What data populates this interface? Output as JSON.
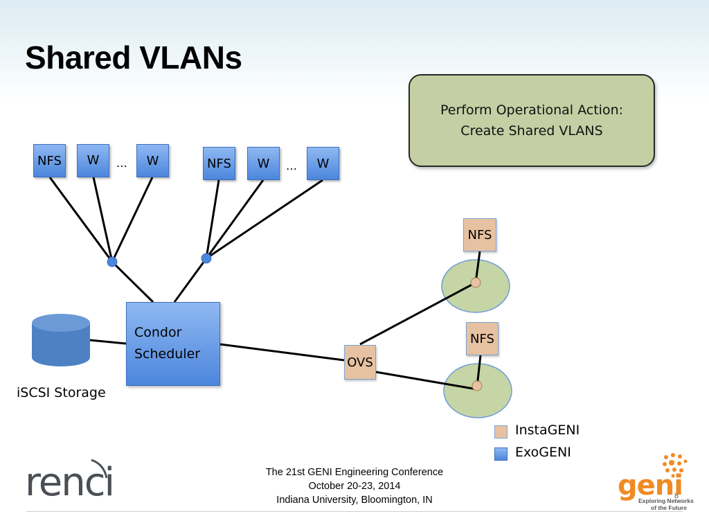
{
  "slide": {
    "title": "Shared VLANs",
    "callout": {
      "line1": "Perform Operational Action:",
      "line2": "Create Shared VLANS"
    },
    "group1": {
      "nfs": "NFS",
      "w1": "W",
      "dots": "…",
      "w2": "W"
    },
    "group2": {
      "nfs": "NFS",
      "w1": "W",
      "dots": "…",
      "w2": "W"
    },
    "scheduler": {
      "line1": "Condor",
      "line2": "Scheduler"
    },
    "storage_label": "iSCSI Storage",
    "ovs_label": "OVS",
    "remote_nfs_top": "NFS",
    "remote_nfs_bottom": "NFS",
    "legend": [
      {
        "label": "InstaGENI",
        "color": "#e6c2a2"
      },
      {
        "label": "ExoGENI",
        "color": "#4c86dc"
      }
    ],
    "footer": {
      "line1": "The 21st GENI Engineering Conference",
      "line2": "October 20-23, 2014",
      "line3": "Indiana University, Bloomington, IN"
    },
    "page_number": "8",
    "logos": {
      "renci": "renci",
      "geni": "geni",
      "geni_tagline1": "Exploring Networks",
      "geni_tagline2": "of the Future"
    }
  },
  "colors": {
    "exogeni_blue": "#4c86dc",
    "instageni_tan": "#e6c2a2",
    "callout_green": "#c4cfa4",
    "site_green": "#c6d5a6",
    "geni_orange": "#f08a24"
  }
}
